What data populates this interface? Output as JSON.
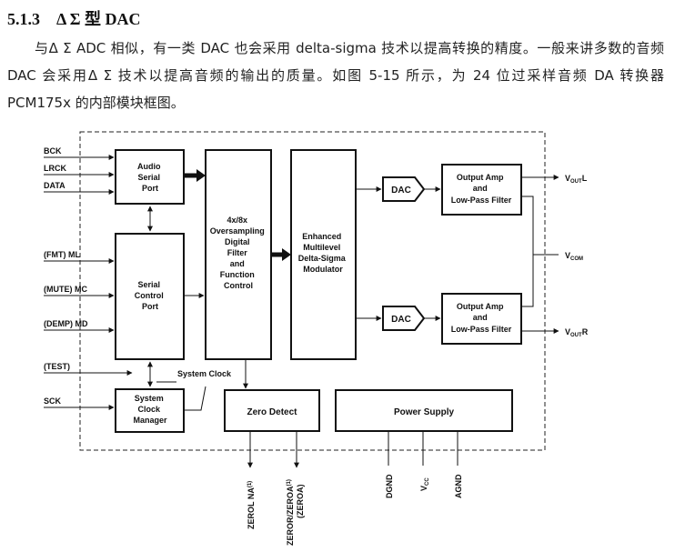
{
  "section": {
    "number": "5.1.3",
    "title": "Δ Σ 型 DAC"
  },
  "paragraph": "与Δ Σ ADC 相似，有一类 DAC 也会采用 delta-sigma 技术以提高转换的精度。一般来讲多数的音频 DAC 会采用Δ Σ 技术以提高音频的输出的质量。如图 5-15 所示，为 24 位过采样音频 DA 转换器 PCM175x 的内部模块框图。",
  "diagram": {
    "inputs": {
      "bck": "BCK",
      "lrck": "LRCK",
      "data": "DATA",
      "fmt": "(FMT) ML",
      "mute": "(MUTE) MC",
      "demp": "(DEMP) MD",
      "test": "(TEST)",
      "sck": "SCK"
    },
    "blocks": {
      "audio_serial_port": [
        "Audio",
        "Serial",
        "Port"
      ],
      "serial_control_port": [
        "Serial",
        "Control",
        "Port"
      ],
      "system_clock_manager": [
        "System",
        "Clock",
        "Manager"
      ],
      "digital_filter": [
        "4x/8x",
        "Oversampling",
        "Digital",
        "Filter",
        "and",
        "Function",
        "Control"
      ],
      "modulator": [
        "Enhanced",
        "Multilevel",
        "Delta-Sigma",
        "Modulator"
      ],
      "dac_top": "DAC",
      "dac_bottom": "DAC",
      "amp_top": [
        "Output Amp",
        "and",
        "Low-Pass Filter"
      ],
      "amp_bottom": [
        "Output Amp",
        "and",
        "Low-Pass Filter"
      ],
      "zero_detect": "Zero Detect",
      "power_supply": "Power Supply"
    },
    "system_clock_label": "System Clock",
    "outputs": {
      "voutl": {
        "main": "V",
        "sub": "OUT",
        "suffix": "L"
      },
      "vcom": {
        "main": "V",
        "sub": "COM",
        "suffix": ""
      },
      "voutr": {
        "main": "V",
        "sub": "OUT",
        "suffix": "R"
      }
    },
    "pins_bottom": {
      "zerol": "ZEROL NA",
      "zerol_sup": "(1)",
      "zeror": "ZEROR/ZEROA",
      "zeror_sup": "(1)",
      "zeror_alt": "(ZEROA)",
      "dgnd": "DGND",
      "vcc": {
        "main": "V",
        "sub": "CC"
      },
      "agnd": "AGND"
    }
  }
}
